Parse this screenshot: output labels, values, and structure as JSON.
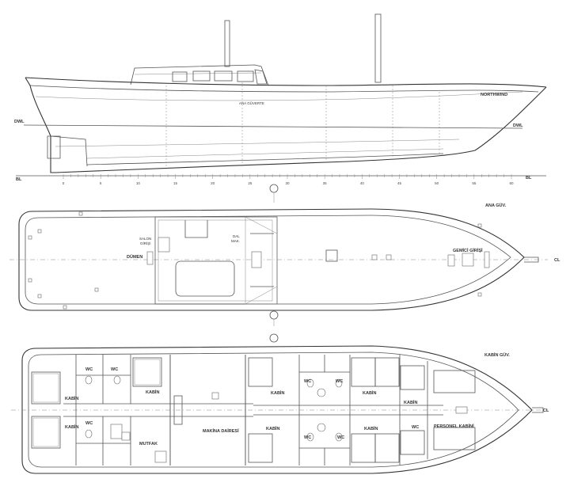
{
  "profile": {
    "dwl_left": "DWL",
    "dwl_right": "DWL",
    "bl_left": "BL",
    "bl_right": "BL",
    "deck_label": "ANA GÜVERTE",
    "name": "NORTHWIND",
    "stations": [
      "0",
      "5",
      "10",
      "15",
      "20",
      "25",
      "30",
      "35",
      "40",
      "45",
      "50",
      "55",
      "60"
    ]
  },
  "main_deck": {
    "title": "ANA GÜV.",
    "cl": "CL",
    "rooms": {
      "dumen": "DÜMEN",
      "salon_girisi_1": "SALON",
      "salon_girisi_2": "GİRİŞİ",
      "dal_mak_1": "DAL",
      "dal_mak_2": "MAK.",
      "gemici_girisi": "GEMİCİ GİRİŞİ"
    }
  },
  "cabin_deck": {
    "title": "KABİN GÜV.",
    "cl": "CL",
    "rooms": {
      "kabin_a": "KABİN",
      "kabin_b": "KABİN",
      "kabin_c": "KABİN",
      "kabin_d": "KABİN",
      "kabin_e": "KABİN",
      "kabin_f": "KABİN",
      "kabin_g": "KABİN",
      "kabin_h": "KABİN",
      "wc_1": "WC",
      "wc_2": "WC",
      "wc_3": "WC",
      "wc_4": "WC",
      "wc_5": "WC",
      "wc_6": "WC",
      "wc_7": "WC",
      "wc_8": "WC",
      "mutfak": "MUTFAK",
      "makina": "MAKİNA DAİRESİ",
      "personel": "PERSONEL KABİNİ"
    }
  }
}
